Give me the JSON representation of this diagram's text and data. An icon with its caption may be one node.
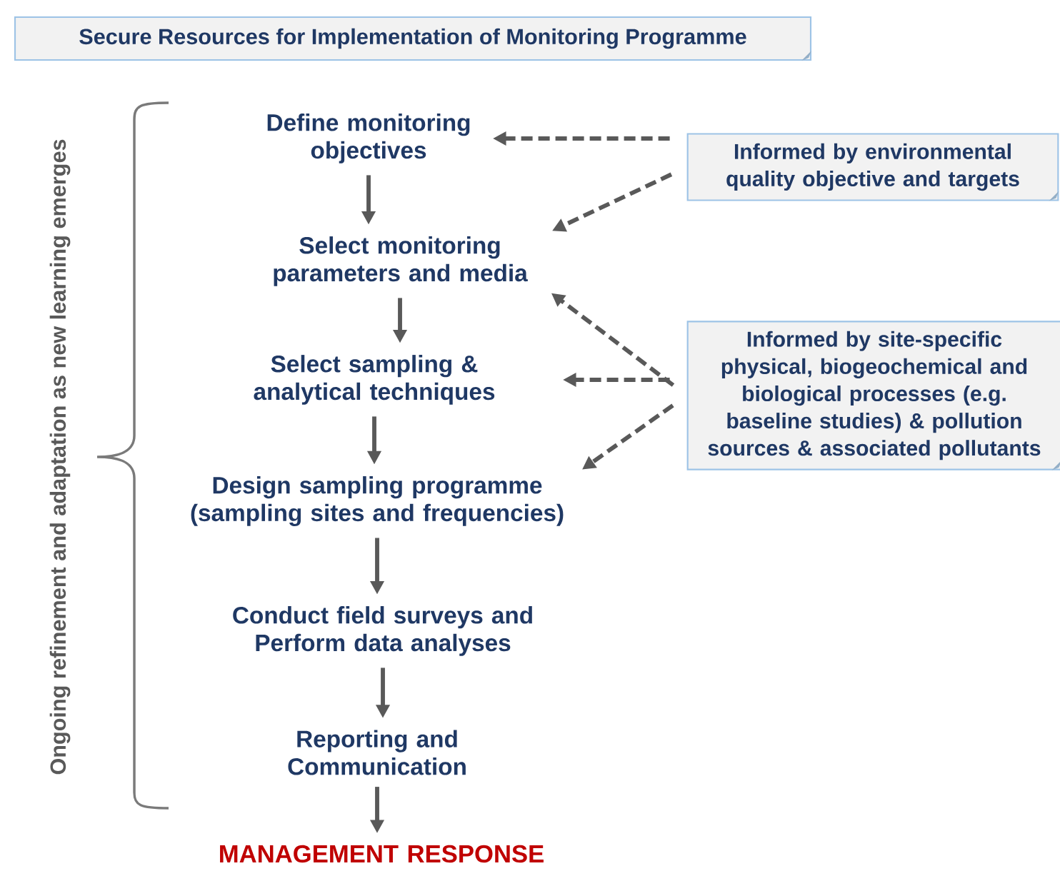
{
  "diagram": {
    "nodes": [
      {
        "text": [
          "Secure Resources for Implementation of Monitoring Programme"
        ]
      },
      {
        "text": [
          "Define monitoring objectives"
        ]
      },
      {
        "text": [
          "Select monitoring parameters and media"
        ]
      },
      {
        "text": [
          "Select sampling & analytical techniques"
        ]
      },
      {
        "text": [
          "Design sampling programme (sampling sites and frequencies)"
        ]
      },
      {
        "text": [
          "Conduct field surveys and Perform data analyses"
        ]
      },
      {
        "text": [
          "Reporting and Communication"
        ]
      },
      {
        "text": [
          "MANAGEMENT  RESPONSE"
        ]
      },
      {
        "text": [
          "Informed by environmental quality objective and targets"
        ]
      },
      {
        "text": [
          "Informed by site-specific physical, biogeochemical and biological processes (e.g. baseline studies) & pollution sources & associated pollutants"
        ]
      }
    ],
    "edges": [
      {
        "from": 1,
        "to": 2,
        "arrow": "to"
      },
      {
        "from": 2,
        "to": 3,
        "arrow": "to"
      },
      {
        "from": 3,
        "to": 4,
        "arrow": "to"
      },
      {
        "from": 4,
        "to": 5,
        "arrow": "to"
      },
      {
        "from": 5,
        "to": 6,
        "arrow": "to"
      },
      {
        "from": 6,
        "to": 7,
        "arrow": "to"
      },
      {
        "from": 8,
        "to": 1,
        "arrow": "to",
        "style": "dashed"
      },
      {
        "from": 8,
        "to": 2,
        "arrow": "to",
        "style": "dashed"
      },
      {
        "from": 9,
        "to": 2,
        "arrow": "to",
        "style": "dashed"
      },
      {
        "from": 9,
        "to": 3,
        "arrow": "to",
        "style": "dashed"
      },
      {
        "from": 9,
        "to": 4,
        "arrow": "to",
        "style": "dashed"
      }
    ],
    "labels": [
      "Ongoing refinement and adaptation as new learning emerges"
    ]
  }
}
